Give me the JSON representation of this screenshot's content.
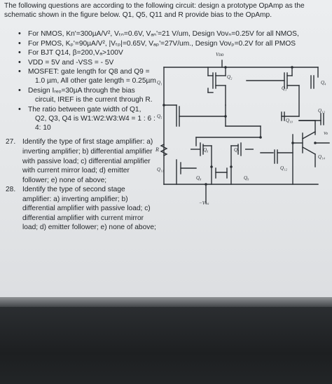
{
  "intro": [
    "The following questions are according to the following circuit: design a prototype OpAmp as the",
    "schematic shown in the figure below. Q1, Q5, Q11 and R provide bias to the OpAmp."
  ],
  "bullets": [
    "For NMOS, Kn'=300µA/V², Vₜₙ=0.6V, Vₐₙ'=21 V/um,  Design Vovₙ=0.25V for all NMOS,",
    "For PMOS, Kₚ'=90µA/V², |Vₜₚ|=0.65V, Vₐₚ'=27V/um., Design Vovₚ=0.2V for all PMOS",
    "For BJT Q14, β=200,Vₐ>100V",
    "VDD = 5V and -VSS = - 5V",
    "MOSFET: gate length for Q8 and Q9 =",
    "1.0 µm, All other gate length = 0.25µm",
    "Design Iᵣₑₒ=30µA through the bias",
    "circuit, IREF is the current through R.",
    "The ratio between gate width of Q1,",
    "Q2, Q3, Q4 is W1:W2:W3:W4 = 1 : 6 :",
    "4: 10"
  ],
  "q27": {
    "number": "27.",
    "lines": [
      "Identify the type of first stage amplifier: a)",
      "inverting amplifier; b) differential amplifier",
      "with passive load; c) differential amplifier",
      "with current mirror load; d) emitter",
      "follower; e) none of above;"
    ]
  },
  "q28": {
    "number": "28.",
    "lines": [
      "Identify the type of second stage",
      "amplifier: a) inverting amplifier; b)",
      "differential amplifier with passive load; c)",
      "differential amplifier with current mirror",
      "load; d) emitter follower; e) none of above;"
    ]
  },
  "schematic": {
    "vdd": "Vᴅᴅ",
    "vss": "−Vₛₛ",
    "r": "R",
    "vo": "Vo",
    "q1": "Q₁",
    "q2": "Q₂",
    "q3": "Q₃",
    "q4": "Q₄",
    "q5": "Q₅",
    "q6": "Q₆",
    "q7": "Q₇",
    "q8": "Q₈",
    "q9": "Q₉",
    "q10": "Q₁₀",
    "q11": "Q₁₁",
    "q12": "Q₁₂",
    "q13": "Q₁₃",
    "q14": "Q₁₄"
  }
}
